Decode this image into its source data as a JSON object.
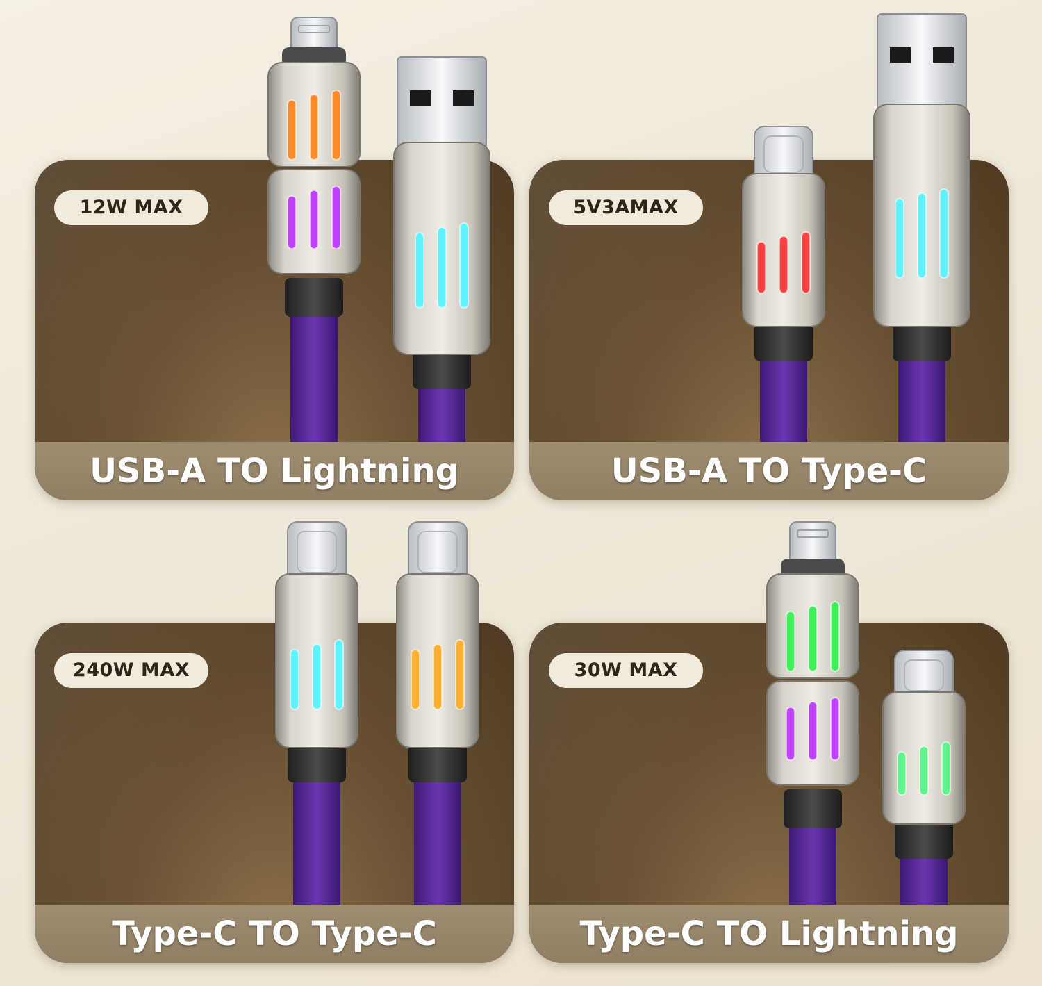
{
  "panels": [
    {
      "badge": "12W MAX",
      "title": "USB-A TO Lightning",
      "connectors": [
        "lightning",
        "usb-a"
      ],
      "led_colors": [
        [
          "#ff8a2a",
          "#c040ff"
        ],
        [
          "#5ff3ff"
        ]
      ]
    },
    {
      "badge": "5V3AMAX",
      "title": "USB-A TO Type-C",
      "connectors": [
        "type-c",
        "usb-a"
      ],
      "led_colors": [
        [
          "#ff4040"
        ],
        [
          "#5ff3ff"
        ]
      ]
    },
    {
      "badge": "240W MAX",
      "title": "Type-C TO Type-C",
      "connectors": [
        "type-c",
        "type-c"
      ],
      "led_colors": [
        [
          "#5ff3ff"
        ],
        [
          "#ffb030"
        ]
      ]
    },
    {
      "badge": "30W MAX",
      "title": "Type-C TO Lightning",
      "connectors": [
        "lightning",
        "type-c"
      ],
      "led_colors": [
        [
          "#3ef05a",
          "#c040ff"
        ],
        [
          "#5ef58a"
        ]
      ]
    }
  ],
  "colors": {
    "cable": "#5b2e9a",
    "metal": "#c9c6bd",
    "panel": "#5e4629",
    "footer": "#948467"
  }
}
